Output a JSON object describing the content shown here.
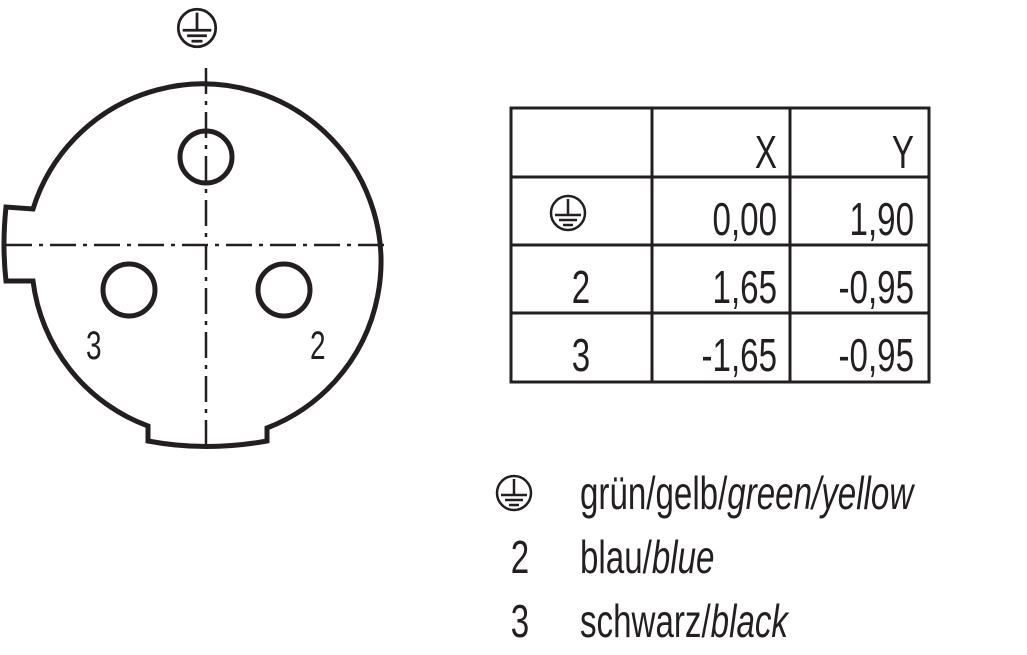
{
  "connector": {
    "pin_labels": {
      "pin2": "2",
      "pin3": "3"
    }
  },
  "table": {
    "headers": [
      "",
      "X",
      "Y"
    ],
    "rows": [
      {
        "pin": "ground",
        "x": "0,00",
        "y": "1,90"
      },
      {
        "pin": "2",
        "x": "1,65",
        "y": "-0,95"
      },
      {
        "pin": "3",
        "x": "-1,65",
        "y": "-0,95"
      }
    ]
  },
  "legend": [
    {
      "pin": "ground",
      "de": "grün/gelb/",
      "en": "green/yellow"
    },
    {
      "pin": "2",
      "de": "blau/",
      "en": "blue"
    },
    {
      "pin": "3",
      "de": "schwarz/",
      "en": "black"
    }
  ],
  "colors": {
    "line": "#231f20",
    "background": "#ffffff"
  }
}
